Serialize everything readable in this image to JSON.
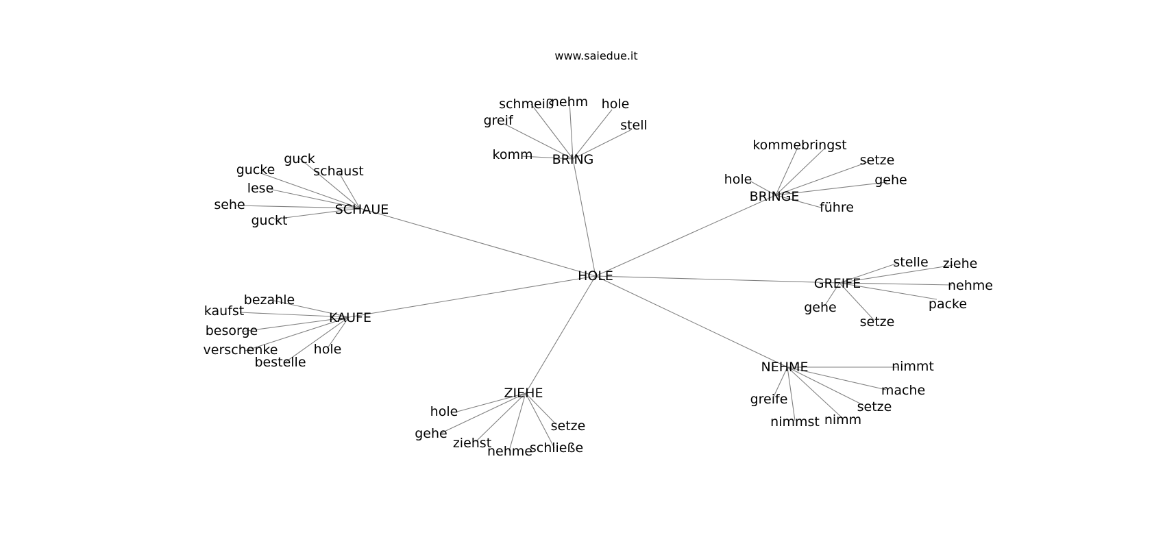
{
  "header": {
    "source": "www.saiedue.it"
  },
  "graph": {
    "center": "HOLE",
    "clusters": [
      {
        "hub": "BRING",
        "leaves": [
          "schmeiß",
          "nehm",
          "hole",
          "greif",
          "stell",
          "komm"
        ]
      },
      {
        "hub": "SCHAUE",
        "leaves": [
          "guck",
          "gucke",
          "schaust",
          "lese",
          "sehe",
          "guckt"
        ]
      },
      {
        "hub": "BRINGE",
        "leaves": [
          "kommebringst",
          "hole",
          "setze",
          "gehe",
          "führe"
        ]
      },
      {
        "hub": "GREIFE",
        "leaves": [
          "stelle",
          "ziehe",
          "nehme",
          "packe",
          "gehe",
          "setze"
        ]
      },
      {
        "hub": "KAUFE",
        "leaves": [
          "bezahle",
          "kaufst",
          "besorge",
          "verschenke",
          "hole",
          "bestelle"
        ]
      },
      {
        "hub": "NEHME",
        "leaves": [
          "nimmt",
          "mache",
          "greife",
          "setze",
          "nimmst",
          "nimm"
        ]
      },
      {
        "hub": "ZIEHE",
        "leaves": [
          "hole",
          "gehe",
          "setze",
          "ziehst",
          "nehme",
          "schließe"
        ]
      }
    ]
  }
}
